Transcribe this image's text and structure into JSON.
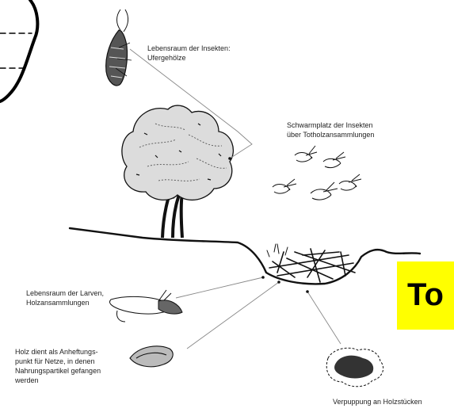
{
  "labels": {
    "habitat_insects": "Lebensraum der Insekten:\nUfergehölze",
    "swarming": "Schwarmplatz der Insekten\nüber Totholzansammlungen",
    "habitat_larvae": "Lebensraum der Larven,\nHolzansammlungen",
    "wood_nets": "Holz dient als Anheftungs-\npunkt für Netze, in denen\nNahrungspartikel gefangen\nwerden",
    "pupation": "Verpuppung an Holzstücken"
  },
  "badge": {
    "text": "To"
  },
  "colors": {
    "ink": "#111111",
    "label": "#222222",
    "leader": "#888888",
    "badge": "#ffff00"
  }
}
